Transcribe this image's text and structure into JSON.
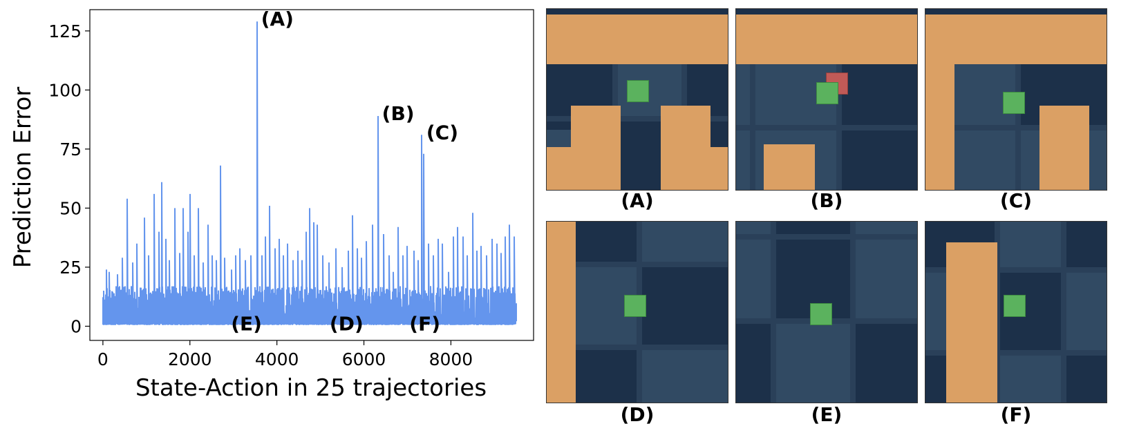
{
  "chart_data": {
    "type": "line",
    "xlabel": "State-Action in 25 trajectories",
    "ylabel": "Prediction Error",
    "xlim": [
      -300,
      9900
    ],
    "ylim": [
      -6,
      134
    ],
    "xticks": [
      0,
      2000,
      4000,
      6000,
      8000
    ],
    "yticks": [
      0,
      25,
      50,
      75,
      100,
      125
    ],
    "x_tick_labels": [
      "0",
      "2000",
      "4000",
      "6000",
      "8000"
    ],
    "y_tick_labels": [
      "0",
      "25",
      "50",
      "75",
      "100",
      "125"
    ],
    "grid": false,
    "line_color": "#6495ed",
    "n_points": 9500,
    "baseline_range": [
      0.5,
      3
    ],
    "peaks": [
      {
        "x": 80,
        "y": 24
      },
      {
        "x": 140,
        "y": 23
      },
      {
        "x": 330,
        "y": 22
      },
      {
        "x": 450,
        "y": 29
      },
      {
        "x": 560,
        "y": 54
      },
      {
        "x": 690,
        "y": 27
      },
      {
        "x": 780,
        "y": 35
      },
      {
        "x": 950,
        "y": 46
      },
      {
        "x": 1050,
        "y": 30
      },
      {
        "x": 1180,
        "y": 56
      },
      {
        "x": 1290,
        "y": 40
      },
      {
        "x": 1360,
        "y": 61
      },
      {
        "x": 1440,
        "y": 37
      },
      {
        "x": 1530,
        "y": 28
      },
      {
        "x": 1650,
        "y": 50
      },
      {
        "x": 1760,
        "y": 31
      },
      {
        "x": 1840,
        "y": 50
      },
      {
        "x": 1960,
        "y": 40
      },
      {
        "x": 2000,
        "y": 56
      },
      {
        "x": 2100,
        "y": 30
      },
      {
        "x": 2200,
        "y": 50
      },
      {
        "x": 2310,
        "y": 27
      },
      {
        "x": 2420,
        "y": 43
      },
      {
        "x": 2520,
        "y": 30
      },
      {
        "x": 2600,
        "y": 28
      },
      {
        "x": 2700,
        "y": 68
      },
      {
        "x": 2800,
        "y": 29
      },
      {
        "x": 2950,
        "y": 24
      },
      {
        "x": 3050,
        "y": 30
      },
      {
        "x": 3150,
        "y": 33
      },
      {
        "x": 3280,
        "y": 28
      },
      {
        "x": 3400,
        "y": 30
      },
      {
        "x": 3540,
        "y": 129
      },
      {
        "x": 3650,
        "y": 30
      },
      {
        "x": 3730,
        "y": 38
      },
      {
        "x": 3830,
        "y": 51
      },
      {
        "x": 3950,
        "y": 33
      },
      {
        "x": 4050,
        "y": 37
      },
      {
        "x": 4150,
        "y": 30
      },
      {
        "x": 4250,
        "y": 35
      },
      {
        "x": 4370,
        "y": 28
      },
      {
        "x": 4480,
        "y": 32
      },
      {
        "x": 4580,
        "y": 28
      },
      {
        "x": 4680,
        "y": 40
      },
      {
        "x": 4760,
        "y": 50
      },
      {
        "x": 4850,
        "y": 44
      },
      {
        "x": 4920,
        "y": 43
      },
      {
        "x": 5050,
        "y": 30
      },
      {
        "x": 5200,
        "y": 27
      },
      {
        "x": 5350,
        "y": 33
      },
      {
        "x": 5500,
        "y": 25
      },
      {
        "x": 5640,
        "y": 32
      },
      {
        "x": 5740,
        "y": 47
      },
      {
        "x": 5850,
        "y": 33
      },
      {
        "x": 5950,
        "y": 29
      },
      {
        "x": 6050,
        "y": 36
      },
      {
        "x": 6200,
        "y": 43
      },
      {
        "x": 6320,
        "y": 89
      },
      {
        "x": 6450,
        "y": 39
      },
      {
        "x": 6580,
        "y": 30
      },
      {
        "x": 6680,
        "y": 23
      },
      {
        "x": 6780,
        "y": 42
      },
      {
        "x": 6900,
        "y": 30
      },
      {
        "x": 7000,
        "y": 34
      },
      {
        "x": 7150,
        "y": 32
      },
      {
        "x": 7250,
        "y": 28
      },
      {
        "x": 7330,
        "y": 81
      },
      {
        "x": 7380,
        "y": 73
      },
      {
        "x": 7480,
        "y": 35
      },
      {
        "x": 7600,
        "y": 30
      },
      {
        "x": 7700,
        "y": 37
      },
      {
        "x": 7800,
        "y": 35
      },
      {
        "x": 7950,
        "y": 23
      },
      {
        "x": 8050,
        "y": 38
      },
      {
        "x": 8150,
        "y": 42
      },
      {
        "x": 8280,
        "y": 38
      },
      {
        "x": 8380,
        "y": 30
      },
      {
        "x": 8500,
        "y": 48
      },
      {
        "x": 8600,
        "y": 32
      },
      {
        "x": 8700,
        "y": 34
      },
      {
        "x": 8820,
        "y": 30
      },
      {
        "x": 8950,
        "y": 37
      },
      {
        "x": 9050,
        "y": 35
      },
      {
        "x": 9150,
        "y": 31
      },
      {
        "x": 9250,
        "y": 38
      },
      {
        "x": 9350,
        "y": 43
      },
      {
        "x": 9450,
        "y": 38
      }
    ],
    "annotations": [
      {
        "text": "(A)",
        "x": 3540,
        "y": 129
      },
      {
        "text": "(B)",
        "x": 6320,
        "y": 89
      },
      {
        "text": "(C)",
        "x": 7340,
        "y": 81
      },
      {
        "text": "(D)",
        "x": 5600,
        "y": 0
      },
      {
        "text": "(E)",
        "x": 3300,
        "y": 0
      },
      {
        "text": "(F)",
        "x": 7400,
        "y": 0
      }
    ]
  },
  "panels": [
    {
      "label": "(A)"
    },
    {
      "label": "(B)"
    },
    {
      "label": "(C)"
    },
    {
      "label": "(D)"
    },
    {
      "label": "(E)"
    },
    {
      "label": "(F)"
    }
  ],
  "colors": {
    "wall": "#dba064",
    "agent": "#5bb25e",
    "ghost": "#c05a57",
    "floor_dark": "#1c3049",
    "floor_light": "#314a63"
  }
}
